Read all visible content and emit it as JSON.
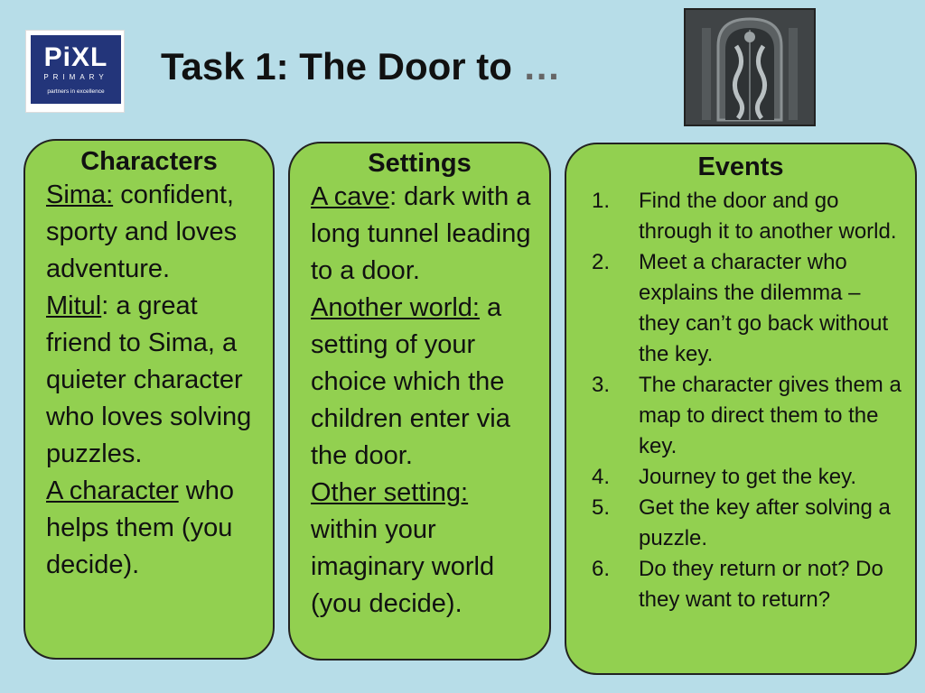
{
  "logo": {
    "brand": "PiXL",
    "sub": "PRIMARY",
    "tagline": "partners in excellence"
  },
  "title": {
    "text": "Task 1: The Door to ",
    "ellipsis": "…"
  },
  "characters": {
    "heading": "Characters",
    "entries": [
      {
        "label": "Sima:",
        "text": " confident, sporty and loves adventure."
      },
      {
        "label": "Mitul",
        "text": ": a great friend to Sima, a quieter character who loves solving puzzles."
      },
      {
        "label": "A character",
        "text": " who helps them (you decide)."
      }
    ]
  },
  "settings": {
    "heading": "Settings",
    "entries": [
      {
        "label": "A cave",
        "text": ": dark with a long tunnel leading to a door."
      },
      {
        "label": "Another world:",
        "text": " a setting of your choice which the children enter via the door."
      },
      {
        "label": "Other setting:",
        "text": " within your imaginary world (you decide)."
      }
    ]
  },
  "events": {
    "heading": "Events",
    "items": [
      {
        "num": "1.",
        "text": "Find the door and go through it to another world."
      },
      {
        "num": "2.",
        "text": "Meet a character who explains the dilemma – they can’t go back without the key."
      },
      {
        "num": "3.",
        "text": "The character gives them a map to direct them to the key."
      },
      {
        "num": "4.",
        "text": "Journey to get the key."
      },
      {
        "num": "5.",
        "text": "Get the key after solving a puzzle."
      },
      {
        "num": "6.",
        "text": "Do they return or not? Do they want to return?"
      }
    ]
  }
}
